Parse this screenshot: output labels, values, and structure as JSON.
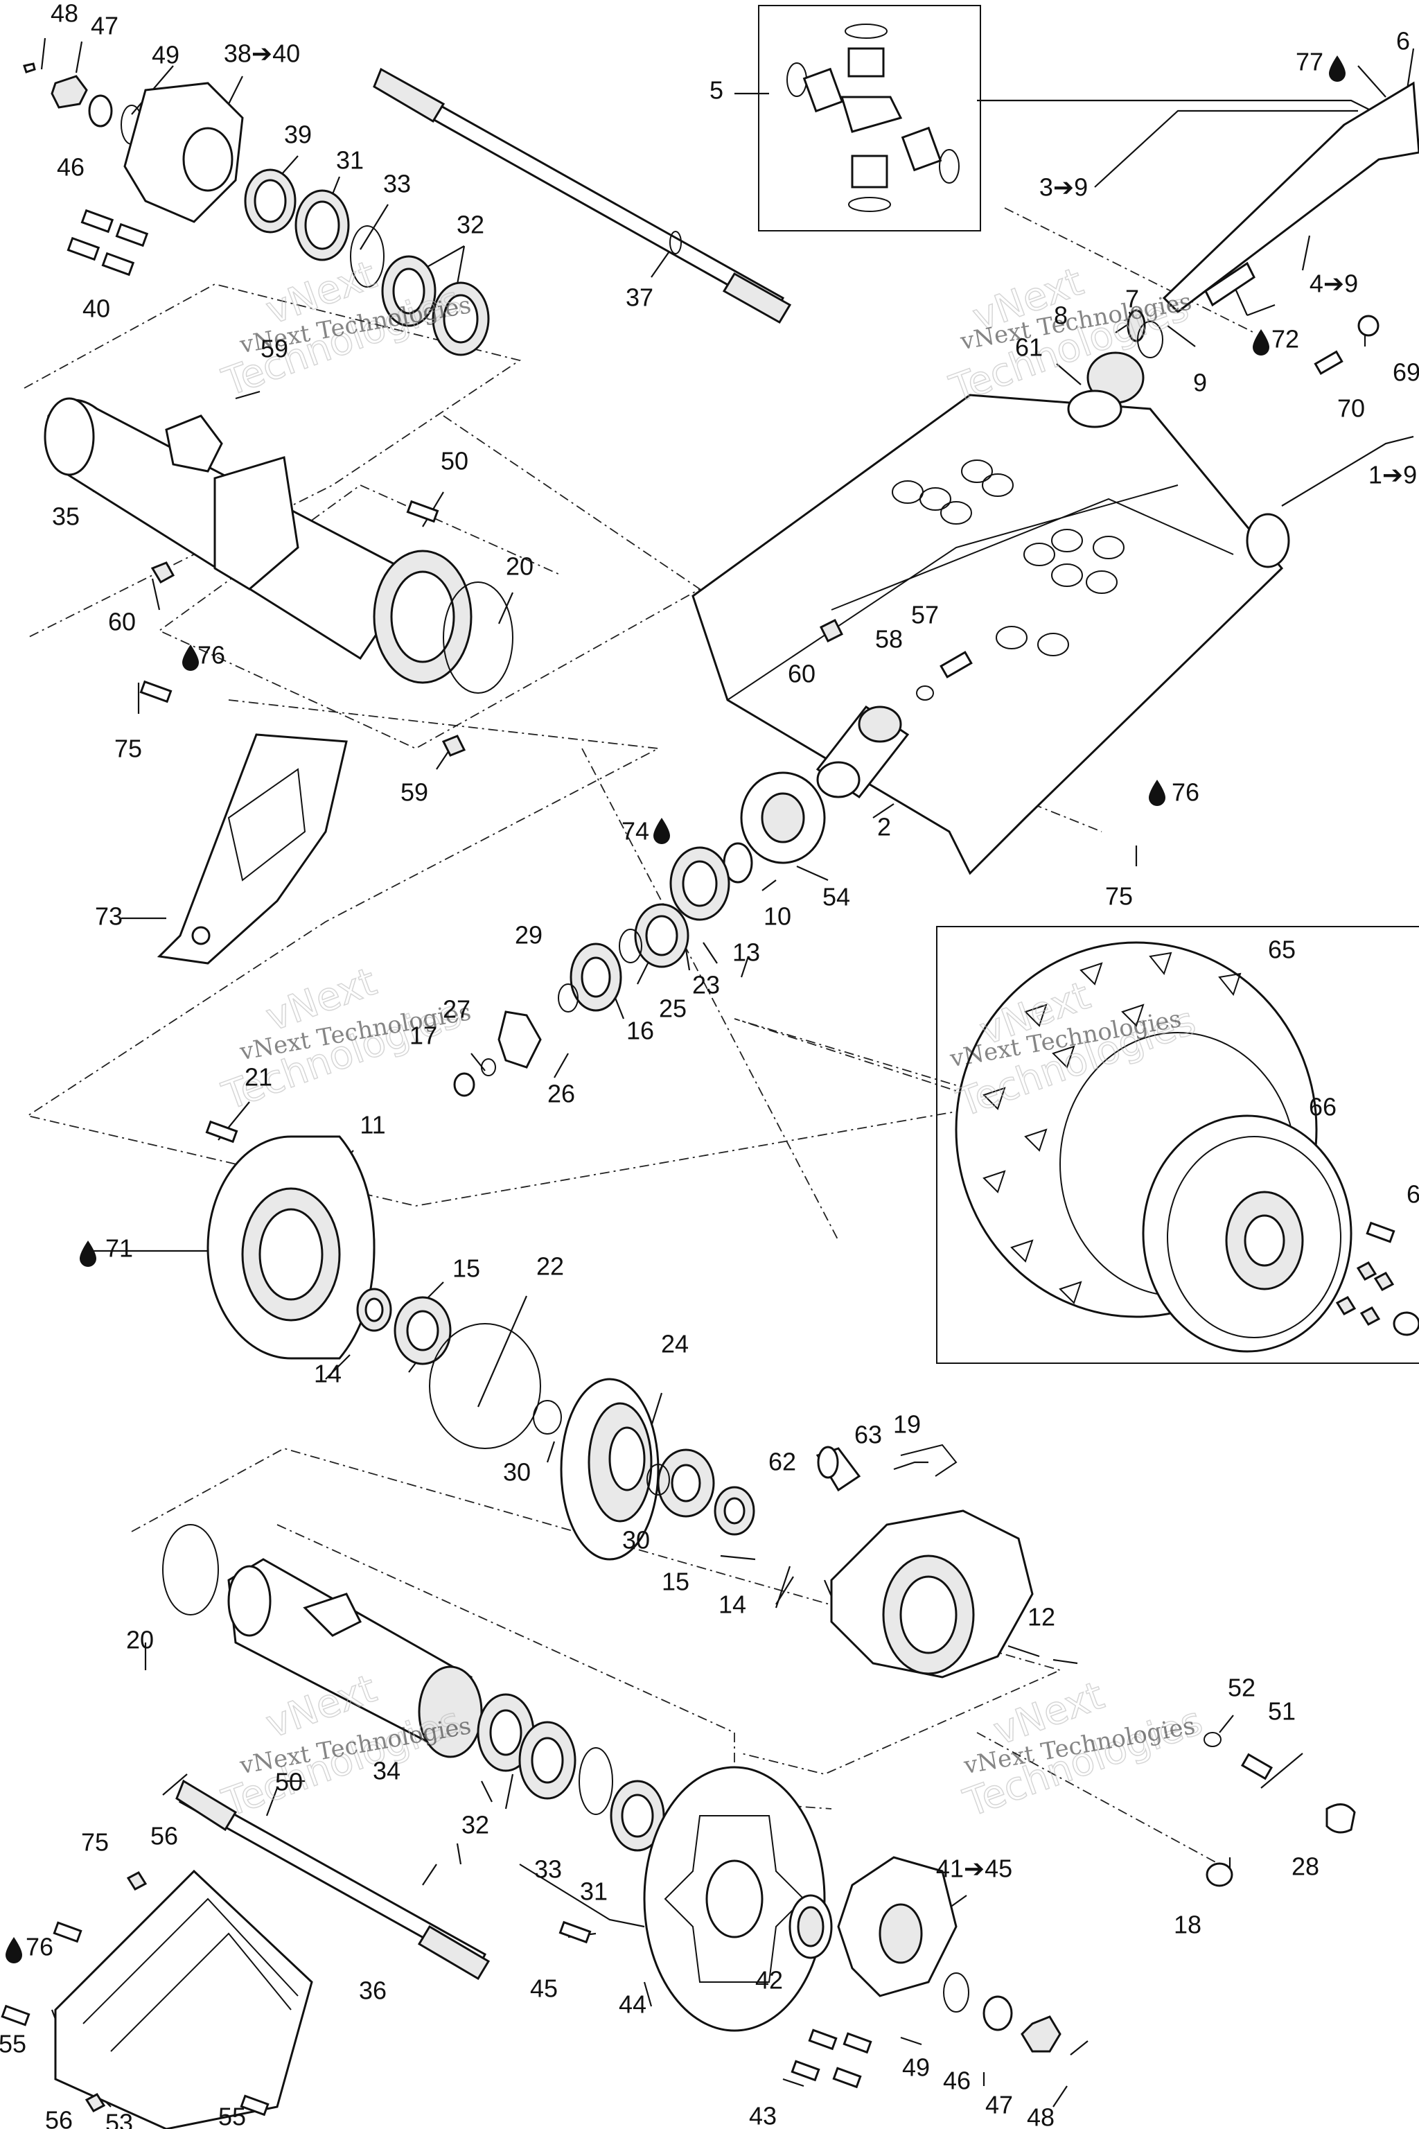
{
  "diagram": {
    "watermarks": [
      "vNext Technologies",
      "vNext Technologies",
      "vNext Technologies",
      "vNext Technologies",
      "vNext Technologies"
    ],
    "watermark_big": [
      "vNext",
      "Technologies"
    ],
    "labels": {
      "l48": "48",
      "l47": "47",
      "l49": "49",
      "l3840": "38➔40",
      "l46": "46",
      "l39": "39",
      "l31a": "31",
      "l33a": "33",
      "l32a": "32",
      "l40": "40",
      "l37": "37",
      "l5": "5",
      "l77": "77",
      "l6": "6",
      "l39b": "3➔9",
      "l49b": "4➔9",
      "l72": "72",
      "l7": "7",
      "l8": "8",
      "l61": "61",
      "l9": "9",
      "l69": "69",
      "l70": "70",
      "l19": "1➔9",
      "l59a": "59",
      "l35": "35",
      "l50a": "50",
      "l60a": "60",
      "l20a": "20",
      "l76a": "76",
      "l75a": "75",
      "l59b": "59",
      "l73": "73",
      "l60b": "60",
      "l57": "57",
      "l58": "58",
      "l2": "2",
      "l76b": "76",
      "l75b": "75",
      "l74": "74",
      "l54": "54",
      "l10": "10",
      "l13": "13",
      "l23": "23",
      "l29": "29",
      "l25": "25",
      "l16": "16",
      "l27": "27",
      "l17": "17",
      "l26": "26",
      "l21": "21",
      "l11": "11",
      "l71": "71",
      "l15a": "15",
      "l22": "22",
      "l14a": "14",
      "l24": "24",
      "l65": "65",
      "l66": "66",
      "l67": "6",
      "l30a": "30",
      "l63": "63",
      "l19b": "19",
      "l62": "62",
      "l30b": "30",
      "l15b": "15",
      "l14b": "14",
      "l12": "12",
      "l20b": "20",
      "l50b": "50",
      "l34": "34",
      "l32b": "32",
      "l33b": "33",
      "l31b": "31",
      "l52a": "52",
      "l51": "51",
      "l28": "28",
      "l18": "18",
      "l75c": "75",
      "l56a": "56",
      "l4145": "41➔45",
      "l76c": "76",
      "l36": "36",
      "l45": "45",
      "l44": "44",
      "l42": "42",
      "l55a": "55",
      "l49c": "49",
      "l46b": "46",
      "l47b": "47",
      "l48b": "48",
      "l43": "43",
      "l56b": "56",
      "l53": "53",
      "l55b": "55"
    }
  },
  "colors": {
    "line": "#111111",
    "background": "#ffffff",
    "watermark": "#999999"
  }
}
